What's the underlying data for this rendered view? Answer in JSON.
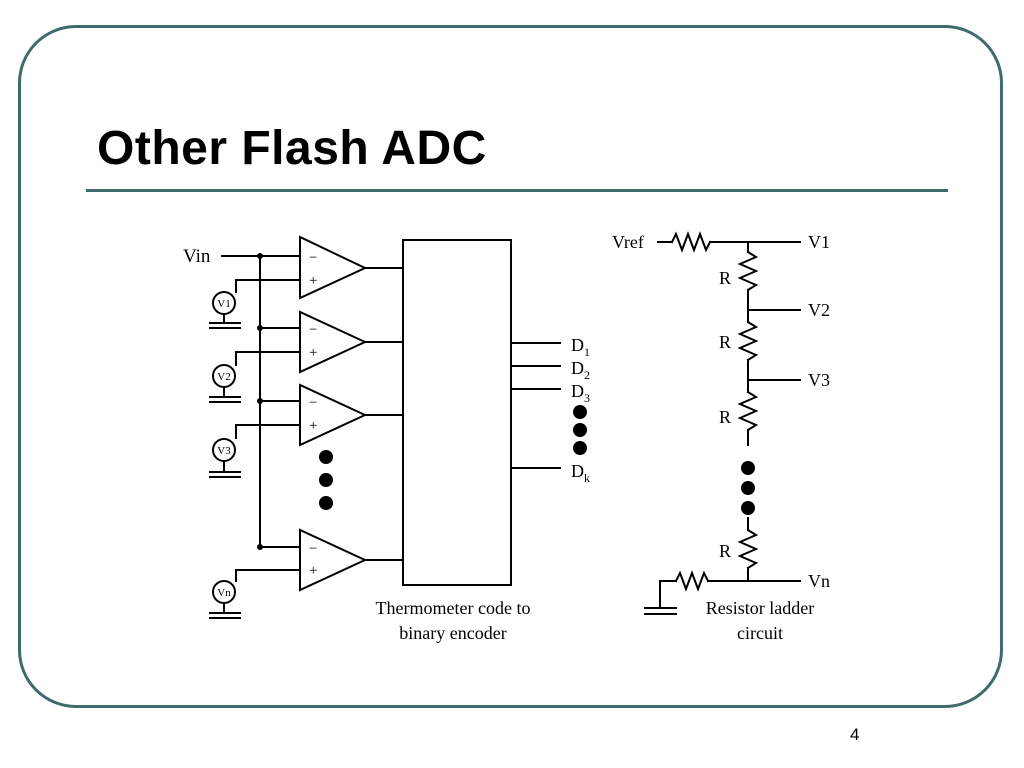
{
  "slide": {
    "title": "Other Flash ADC",
    "page_number": "4"
  },
  "circuit": {
    "input_label": "Vin",
    "source_labels": [
      "V1",
      "V2",
      "V3",
      "Vn"
    ],
    "minus_sign": "−",
    "plus_sign": "+",
    "encoder_caption": [
      "Thermometer code to",
      "binary encoder"
    ],
    "outputs": [
      {
        "letter": "D",
        "sub": "1"
      },
      {
        "letter": "D",
        "sub": "2"
      },
      {
        "letter": "D",
        "sub": "3"
      },
      {
        "letter": "D",
        "sub": "k"
      }
    ]
  },
  "ladder": {
    "ref_label": "Vref",
    "resistor_label": "R",
    "tap_labels": [
      "V1",
      "V2",
      "V3",
      "Vn"
    ],
    "caption": [
      "Resistor ladder",
      "circuit"
    ]
  }
}
